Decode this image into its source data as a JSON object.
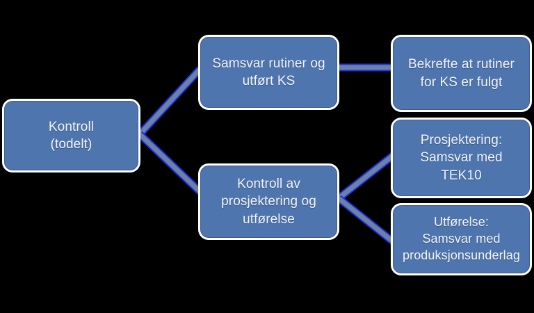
{
  "diagram": {
    "title": "Kontroll (todelt)",
    "background_color": "#000000",
    "node_fill_color": "#4F75AE",
    "node_border_color": "#FFFFFF",
    "node_text_color": "#F2F5FA",
    "connector_color": "#6B82A8",
    "connector_highlight_color": "#2030E0",
    "nodes": [
      {
        "id": "root",
        "label": "Kontroll\n(todelt)",
        "line1": "Kontroll",
        "line2": "(todelt)"
      },
      {
        "id": "samsvar-rutiner",
        "label": "Samsvar rutiner og\nutført KS",
        "line1": "Samsvar rutiner og",
        "line2": "utført KS"
      },
      {
        "id": "bekrefte",
        "label": "Bekrefte at rutiner\nfor KS er fulgt",
        "line1": "Bekrefte at rutiner",
        "line2": "for KS er fulgt"
      },
      {
        "id": "kontroll-prosjektering",
        "label": "Kontroll av\nprosjektering og\nutførelse",
        "line1": "Kontroll av",
        "line2": "prosjektering og",
        "line3": "utførelse"
      },
      {
        "id": "prosjektering",
        "label": "Prosjektering:\nSamsvar med TEK10",
        "line1": "Prosjektering:",
        "line2": "Samsvar med TEK10"
      },
      {
        "id": "utforelse",
        "label": "Utførelse:\nSamsvar med\nproduksjonsunderlag",
        "line1": "Utførelse:",
        "line2": "Samsvar med",
        "line3": "produksjonsunderlag"
      }
    ],
    "edges": [
      {
        "id": "root-to-samsvar",
        "from": "root",
        "to": "samsvar-rutiner",
        "style": "diagonal"
      },
      {
        "id": "root-to-kontroll-prosjektering",
        "from": "root",
        "to": "kontroll-prosjektering",
        "style": "diagonal"
      },
      {
        "id": "samsvar-to-bekrefte",
        "from": "samsvar-rutiner",
        "to": "bekrefte",
        "style": "horizontal"
      },
      {
        "id": "kontroll-to-prosjektering",
        "from": "kontroll-prosjektering",
        "to": "prosjektering",
        "style": "diagonal"
      },
      {
        "id": "kontroll-to-utforelse",
        "from": "kontroll-prosjektering",
        "to": "utforelse",
        "style": "diagonal"
      }
    ]
  }
}
